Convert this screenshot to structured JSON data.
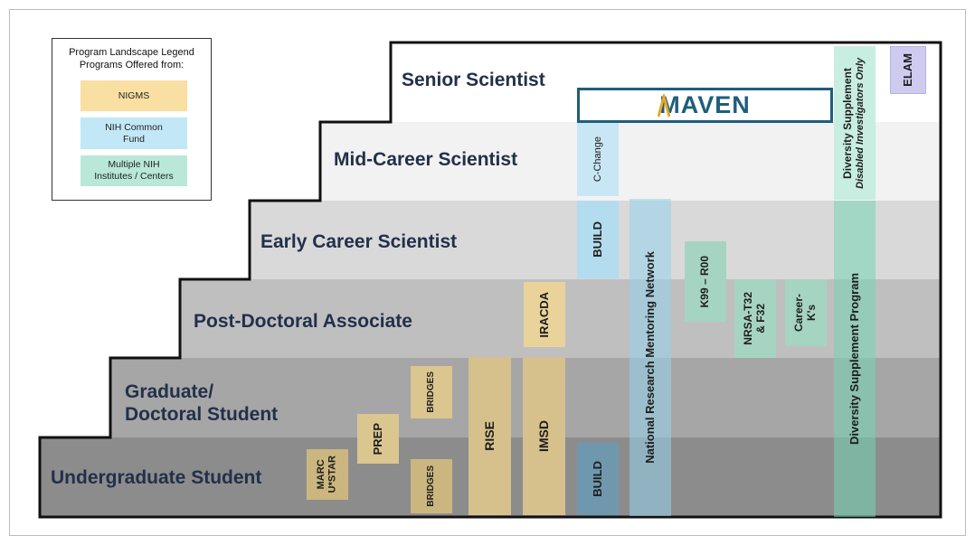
{
  "legend": {
    "title_line1": "Program Landscape Legend",
    "title_line2": "Programs Offered from:",
    "items": [
      {
        "label": "NIGMS",
        "color": "#fadfa3"
      },
      {
        "label_line1": "NIH Common",
        "label_line2": "Fund",
        "color": "#c2e8f7"
      },
      {
        "label_line1": "Multiple NIH",
        "label_line2": "Institutes / Centers",
        "color": "#b9e8d8"
      }
    ]
  },
  "levels": [
    {
      "label": "Senior Scientist",
      "color": "#ffffff"
    },
    {
      "label": "Mid-Career Scientist",
      "color": "#f2f2f2"
    },
    {
      "label": "Early Career Scientist",
      "color": "#d9d9d9"
    },
    {
      "label": "Post-Doctoral Associate",
      "color": "#bfbfbf"
    },
    {
      "label_line1": "Graduate/",
      "label_line2": "Doctoral Student",
      "color": "#a6a6a6"
    },
    {
      "label": "Undergraduate Student",
      "color": "#8c8c8c"
    }
  ],
  "programs": {
    "maven": {
      "label": "MAVEN",
      "accent": "#e6a825",
      "text_color": "#1f5e7b"
    },
    "elam": "ELAM",
    "diversity_supplement_disabled": {
      "line1": "Diversity Supplement",
      "line2": "Disabled Investigators Only"
    },
    "diversity_supplement_program": "Diversity Supplement Program",
    "c_change": "C-Change",
    "build_upper": "BUILD",
    "build_lower": "BUILD",
    "nrmn": "National Research Mentoring Network",
    "k99": "K99 – R00",
    "nrsa": {
      "line1": "NRSA-T32",
      "line2": "& F32"
    },
    "career_ks": {
      "line1": "Career-",
      "line2": "K's"
    },
    "iracda": "IRACDA",
    "imsd": "IMSD",
    "rise": "RISE",
    "bridges_upper": "BRIDGES",
    "bridges_lower": "BRIDGES",
    "prep": "PREP",
    "marc": {
      "line1": "MARC",
      "line2": "U*STAR"
    }
  }
}
